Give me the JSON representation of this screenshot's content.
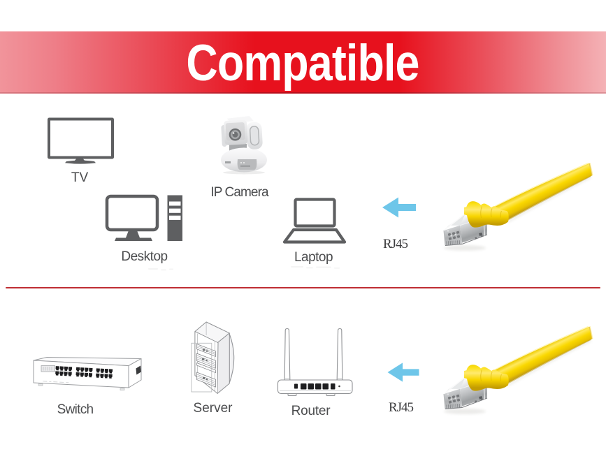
{
  "banner": {
    "title": "Compatible",
    "text_color": "#ffffff",
    "gradient_left": "#f1949b",
    "gradient_center": "#e7111d",
    "gradient_right": "#f4b2b6"
  },
  "divider_color": "#c2282f",
  "top_row": {
    "devices": [
      {
        "id": "tv",
        "label": "TV"
      },
      {
        "id": "ip-camera",
        "label": "IP Camera"
      },
      {
        "id": "desktop",
        "label": "Desktop"
      },
      {
        "id": "laptop",
        "label": "Laptop"
      }
    ],
    "arrow": {
      "direction": "left",
      "color": "#6ec6e9"
    },
    "connector_label": "RJ45",
    "cable_color": "#f9d800"
  },
  "bottom_row": {
    "devices": [
      {
        "id": "switch",
        "label": "Switch"
      },
      {
        "id": "server",
        "label": "Server"
      },
      {
        "id": "router",
        "label": "Router"
      }
    ],
    "arrow": {
      "direction": "left",
      "color": "#6ec6e9"
    },
    "connector_label": "RJ45",
    "cable_color": "#f9d800"
  },
  "icon_colors": {
    "solid_icon_gray": "#5e5f61",
    "line_drawing_gray": "#97999c",
    "label_gray": "#4b4c4e"
  }
}
